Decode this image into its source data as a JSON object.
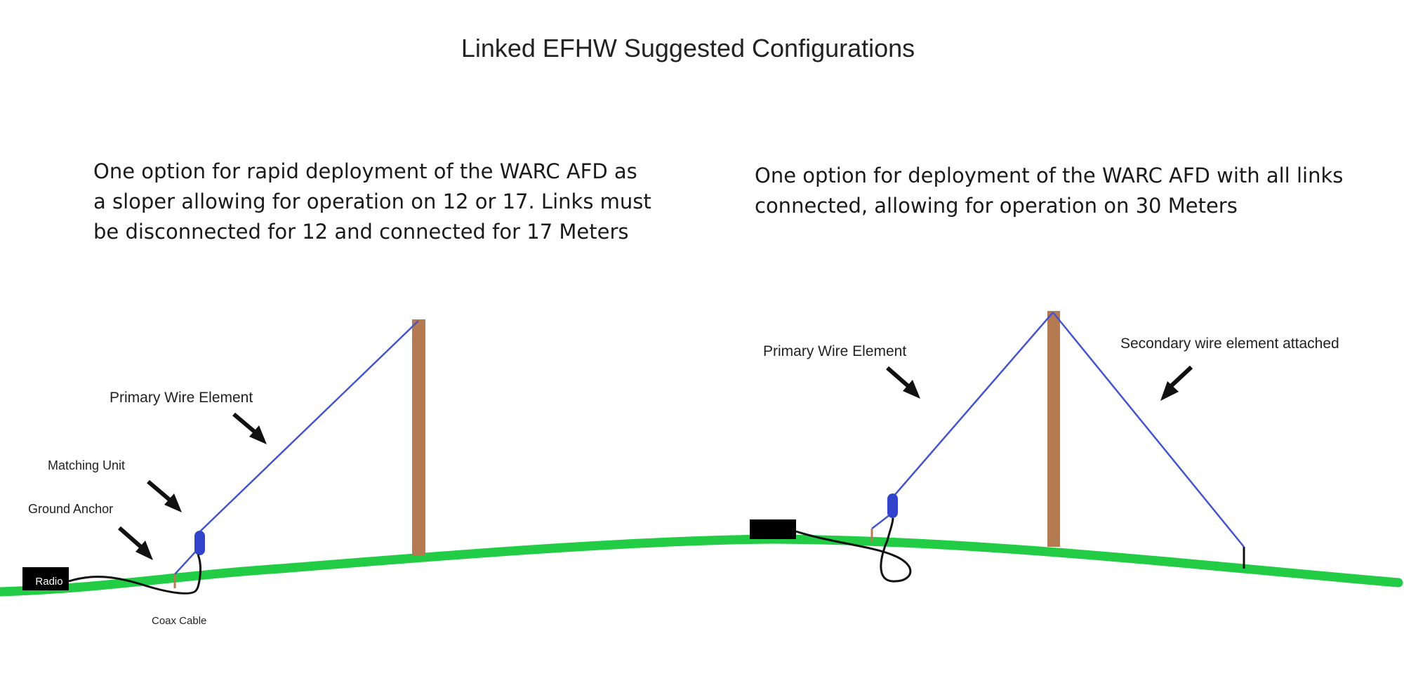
{
  "title": "Linked EFHW Suggested Configurations",
  "left": {
    "caption": "One option for rapid deployment of the WARC AFD as\na sloper allowing for operation on 12 or 17. Links must\nbe disconnected for 12 and connected for 17 Meters",
    "labels": {
      "primary_wire": "Primary Wire Element",
      "matching_unit": "Matching Unit",
      "ground_anchor": "Ground Anchor",
      "radio": "Radio",
      "coax": "Coax Cable"
    }
  },
  "right": {
    "caption": "One option for deployment of the WARC AFD with all links\nconnected, allowing for operation on 30 Meters",
    "labels": {
      "primary_wire": "Primary Wire Element",
      "secondary_wire": "Secondary wire element attached"
    }
  },
  "colors": {
    "ground": "#22cc44",
    "wire": "#4455cc",
    "mast": "#b57a52",
    "unit": "#3344cc",
    "radio": "#000000",
    "arrow": "#111111"
  }
}
